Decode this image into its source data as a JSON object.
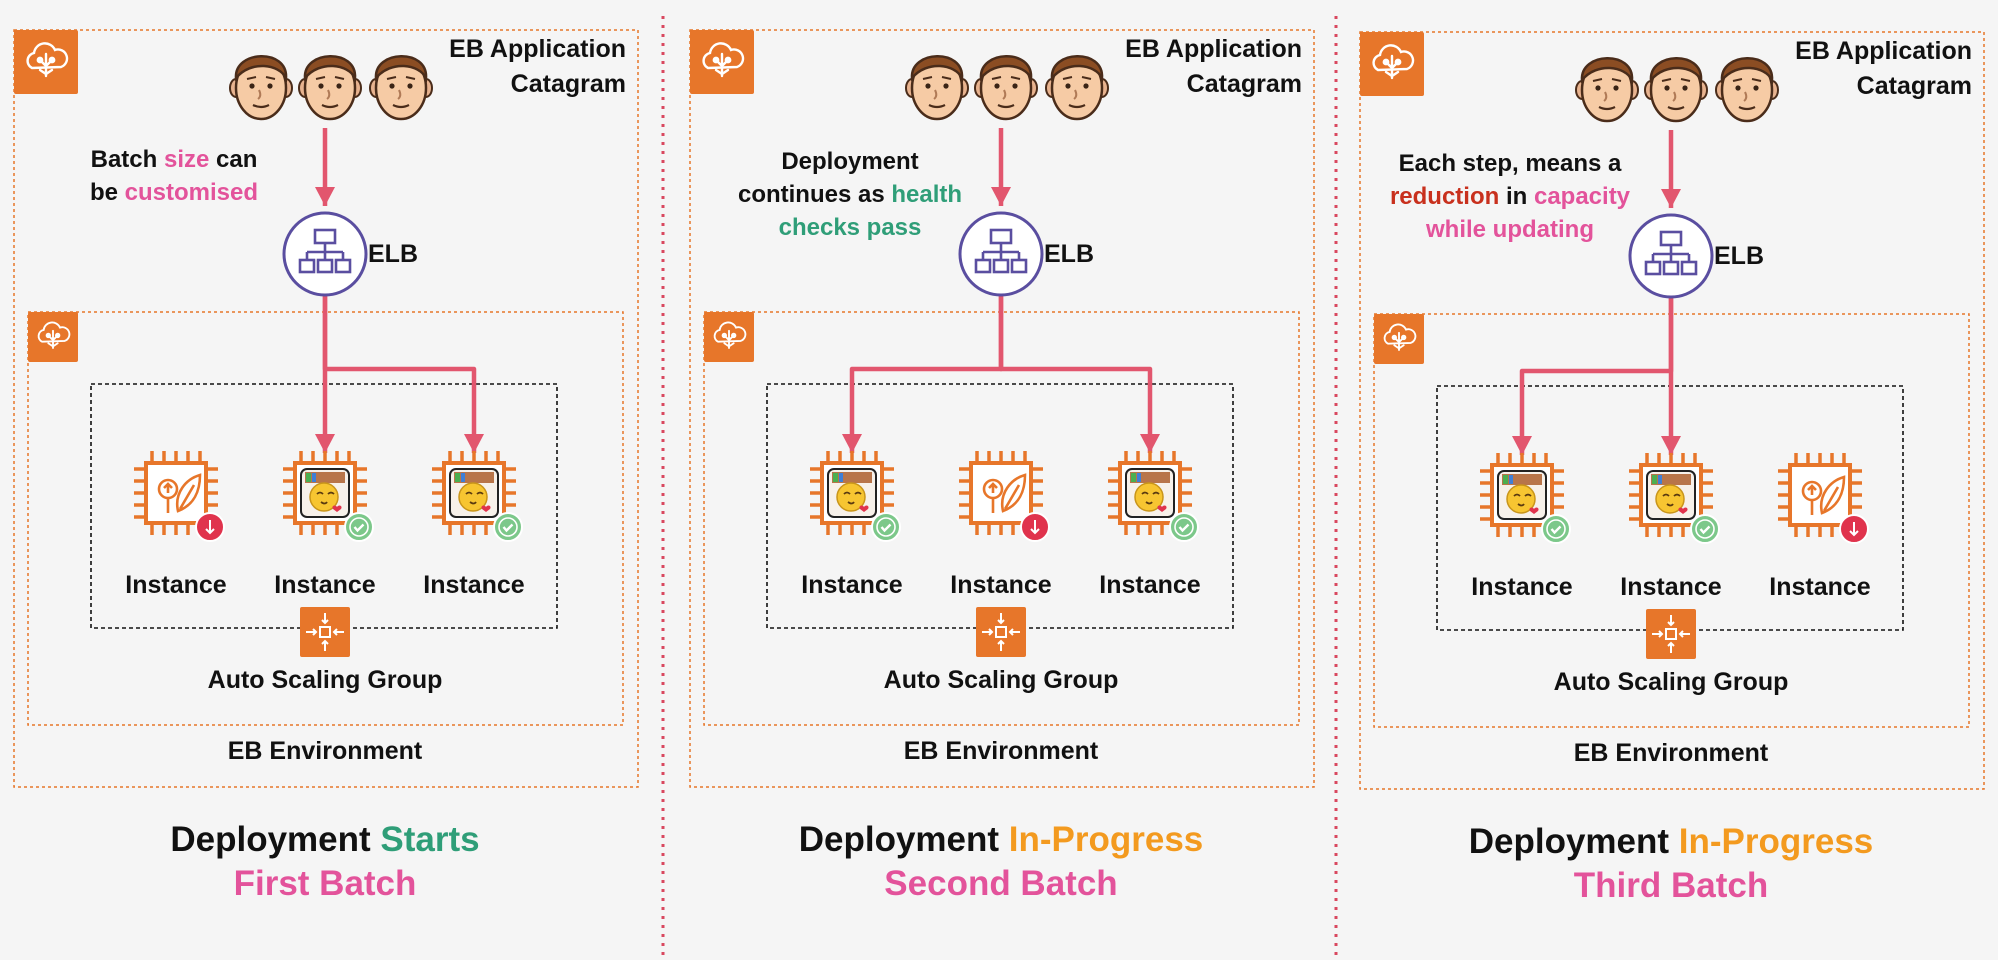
{
  "colors": {
    "arrow": "#e2566e",
    "pink": "#e3539b",
    "green": "#2f9e78",
    "orange": "#f39a1f",
    "red": "#c8301d",
    "aws_orange": "#e7762a",
    "elb_purple": "#5a4ea0",
    "divider": "#d9485f"
  },
  "labels": {
    "app": [
      "EB Application",
      "Catagram"
    ],
    "elb": "ELB",
    "instance": "Instance",
    "asg": "Auto Scaling Group",
    "env": "EB Environment",
    "deployment": "Deployment"
  },
  "panels": [
    {
      "annotation": [
        [
          {
            "t": "Batch ",
            "c": "dark"
          },
          {
            "t": "size",
            "c": "pink"
          },
          {
            "t": " can",
            "c": "dark"
          }
        ],
        [
          {
            "t": "be ",
            "c": "dark"
          },
          {
            "t": "customised",
            "c": "pink"
          }
        ]
      ],
      "status_word": "Starts",
      "status_color": "green",
      "batch": "First Batch",
      "instances": [
        "old",
        "new",
        "new"
      ],
      "instance_status": [
        "updating",
        "healthy",
        "healthy"
      ],
      "routed_to": [
        1,
        2
      ]
    },
    {
      "annotation": [
        [
          {
            "t": "Deployment",
            "c": "dark"
          }
        ],
        [
          {
            "t": "continues as ",
            "c": "dark"
          },
          {
            "t": "health",
            "c": "green"
          }
        ],
        [
          {
            "t": "checks pass",
            "c": "green"
          }
        ]
      ],
      "status_word": "In-Progress",
      "status_color": "orange",
      "batch": "Second Batch",
      "instances": [
        "new",
        "old",
        "new"
      ],
      "instance_status": [
        "healthy",
        "updating",
        "healthy"
      ],
      "routed_to": [
        0,
        2
      ]
    },
    {
      "annotation": [
        [
          {
            "t": "Each step, means a",
            "c": "dark"
          }
        ],
        [
          {
            "t": "reduction",
            "c": "red"
          },
          {
            "t": " in ",
            "c": "dark"
          },
          {
            "t": "capacity",
            "c": "pink"
          }
        ],
        [
          {
            "t": "while updating",
            "c": "pink"
          }
        ]
      ],
      "status_word": "In-Progress",
      "status_color": "orange",
      "batch": "Third Batch",
      "instances": [
        "new",
        "new",
        "old"
      ],
      "instance_status": [
        "healthy",
        "healthy",
        "updating"
      ],
      "routed_to": [
        0,
        1
      ]
    }
  ]
}
